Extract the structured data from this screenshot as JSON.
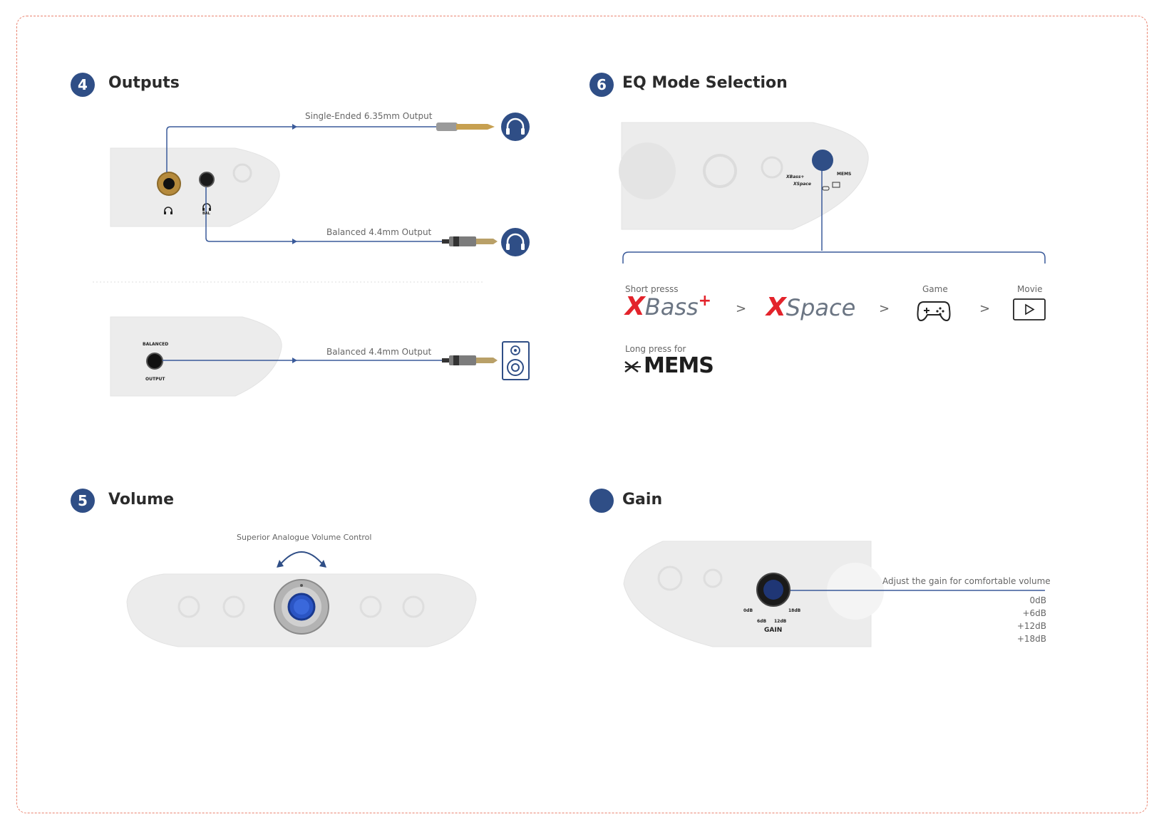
{
  "sections": {
    "outputs": {
      "number": "4",
      "title": "Outputs"
    },
    "volume": {
      "number": "5",
      "title": "Volume"
    },
    "eq": {
      "number": "6",
      "title": "EQ Mode Selection"
    },
    "gain": {
      "number": "",
      "title": "Gain"
    }
  },
  "outputs": {
    "se_label": "Single-Ended 6.35mm Output",
    "bal_label": "Balanced 4.4mm Output",
    "bal_out_label": "Balanced 4.4mm Output",
    "rear_top": "BALANCED",
    "rear_bottom": "OUTPUT",
    "bal_jack_mark": "BAL"
  },
  "volume": {
    "label": "Superior Analogue Volume Control"
  },
  "eq": {
    "short_press": "Short presss",
    "xbass_x": "X",
    "xbass_text": "Bass",
    "xbass_plus": "+",
    "xspace_x": "X",
    "xspace_text": "Space",
    "game": "Game",
    "movie": "Movie",
    "separator": ">",
    "long_press": "Long press for",
    "mems": "MEMS",
    "device_xbass": "XBass+",
    "device_xspace": "XSpace",
    "device_mems": "MEMS"
  },
  "gain": {
    "label": "Adjust the gain for comfortable volume",
    "values": [
      "0dB",
      "+6dB",
      "+12dB",
      "+18dB"
    ],
    "dial_labels": [
      "0dB",
      "18dB",
      "6dB",
      "12dB"
    ],
    "dial_title": "GAIN"
  },
  "colors": {
    "accent": "#2f4e86",
    "line": "#3a5a9a",
    "brand_red": "#e3232b",
    "frame": "#e9836f"
  }
}
